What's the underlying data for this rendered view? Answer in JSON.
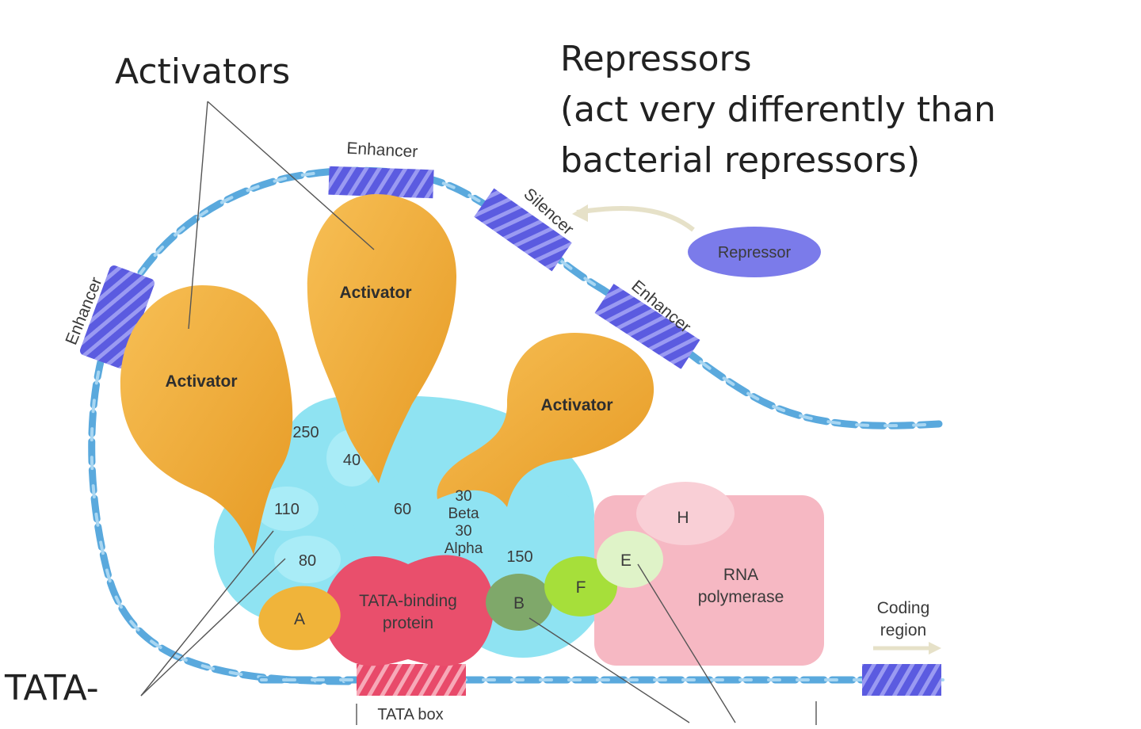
{
  "captions": {
    "activators": "Activators",
    "repressors_line1": "Repressors",
    "repressors_line2": "(act very differently than",
    "repressors_line3": "bacterial repressors)",
    "tata_partial": "TATA-"
  },
  "dna": {
    "enhancer_top": "Enhancer",
    "enhancer_left": "Enhancer",
    "enhancer_right": "Enhancer",
    "silencer": "Silencer",
    "tata_box": "TATA box",
    "coding_region_line1": "Coding",
    "coding_region_line2": "region"
  },
  "proteins": {
    "activator_left": "Activator",
    "activator_center": "Activator",
    "activator_right": "Activator",
    "repressor": "Repressor",
    "tbp_line1": "TATA-binding",
    "tbp_line2": "protein",
    "rna_pol_line1": "RNA",
    "rna_pol_line2": "polymerase"
  },
  "factors": {
    "taf_250": "250",
    "taf_40": "40",
    "taf_110": "110",
    "taf_60": "60",
    "taf_80": "80",
    "taf_30": "30",
    "taf_beta": "Beta",
    "taf_30b": "30",
    "taf_alpha": "Alpha",
    "taf_150": "150",
    "tf_a": "A",
    "tf_b": "B",
    "tf_e": "E",
    "tf_f": "F",
    "tf_h": "H"
  },
  "colors": {
    "dna": "#5aa9dd",
    "enhancer": "#5b5be0",
    "tata_box": "#e84a6a",
    "activator": "#f2a938",
    "complex": "#8fe3f2",
    "repressor": "#7b7bea",
    "rna_polymerase": "#f6b8c3",
    "tbp": "#e94f6c"
  }
}
